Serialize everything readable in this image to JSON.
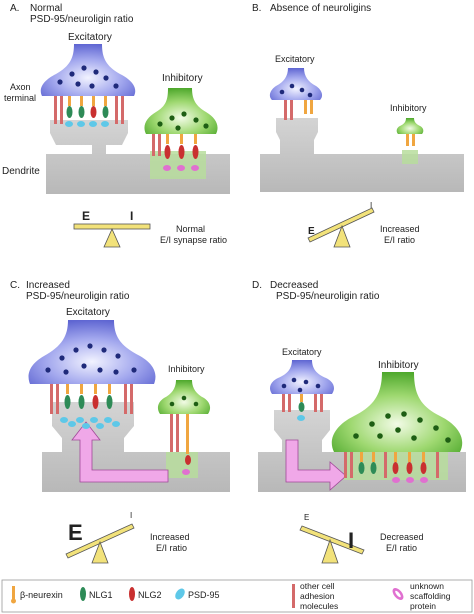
{
  "panels": {
    "a": {
      "letter": "A.",
      "title_line1": "Normal",
      "title_line2": "PSD-95/neuroligin ratio",
      "excitatory": "Excitatory",
      "inhibitory": "Inhibitory",
      "axon_line1": "Axon",
      "axon_line2": "terminal",
      "dendrite": "Dendrite",
      "e_label": "E",
      "i_label": "I",
      "balance_line1": "Normal",
      "balance_line2": "E/I synapse ratio"
    },
    "b": {
      "letter": "B.",
      "title_line1": "Absence of neuroligins",
      "excitatory": "Excitatory",
      "inhibitory": "Inhibitory",
      "e_label": "E",
      "i_label": "I",
      "balance_line1": "Increased",
      "balance_line2": "E/I ratio"
    },
    "c": {
      "letter": "C.",
      "title_line1": "Increased",
      "title_line2": "PSD-95/neuroligin ratio",
      "excitatory": "Excitatory",
      "inhibitory": "Inhibitory",
      "e_label": "E",
      "i_label": "I",
      "balance_line1": "Increased",
      "balance_line2": "E/I ratio"
    },
    "d": {
      "letter": "D.",
      "title_line1": "Decreased",
      "title_line2": "PSD-95/neuroligin ratio",
      "excitatory": "Excitatory",
      "inhibitory": "Inhibitory",
      "e_label": "E",
      "i_label": "I",
      "balance_line1": "Decreased",
      "balance_line2": "E/I ratio"
    }
  },
  "legend": {
    "neurexin": "β-neurexin",
    "nlg1": "NLG1",
    "nlg2": "NLG2",
    "psd95": "PSD-95",
    "adhesion_line1": "other cell",
    "adhesion_line2": "adhesion",
    "adhesion_line3": "molecules",
    "scaffold_line1": "unknown",
    "scaffold_line2": "scaffolding",
    "scaffold_line3": "protein"
  },
  "colors": {
    "excitatory_fill": "#7f86e0",
    "inhibitory_fill": "#6dbf45",
    "dendrite_fill": "#c9c9c9",
    "balance_fill": "#f2e27a",
    "neurexin": "#f0a640",
    "nlg1": "#2e8b57",
    "nlg2": "#c93030",
    "psd95": "#5ec8e8",
    "scaffold": "#e070d0",
    "arrow": "#f0a8e8"
  }
}
